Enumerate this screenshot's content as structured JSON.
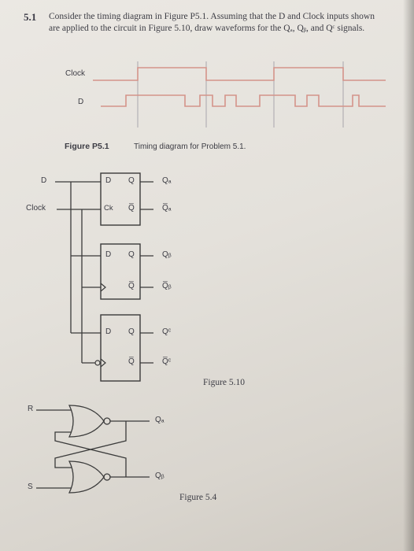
{
  "problem": {
    "number": "5.1",
    "line1": "Consider the timing diagram in Figure P5.1. Assuming that the D and Clock inputs shown",
    "line2": "are applied to the circuit in Figure 5.10, draw waveforms for the Qₐ, Qᵦ, and Qᶜ signals."
  },
  "timing": {
    "clock_label": "Clock",
    "d_label": "D",
    "caption_label": "Figure P5.1",
    "caption_text": "Timing diagram for Problem 5.1."
  },
  "circuit": {
    "d_input": "D",
    "clock_input": "Clock",
    "ff1": {
      "d": "D",
      "ck": "Ck",
      "q": "Q",
      "qbar": "Q̅"
    },
    "ff2": {
      "d": "D",
      "q": "Q",
      "qbar": "Q̅"
    },
    "ff3": {
      "d": "D",
      "q": "Q",
      "qbar": "Q̅"
    },
    "outputs": [
      "Qₐ",
      "Q̅ₐ",
      "Qᵦ",
      "Q̅ᵦ",
      "Qᶜ",
      "Q̅ᶜ"
    ],
    "figure_label": "Figure 5.10"
  },
  "latch": {
    "r_label": "R",
    "s_label": "S",
    "qa_label": "Qₐ",
    "qb_label": "Qᵦ",
    "figure_label": "Figure 5.4"
  },
  "colors": {
    "ink": "#3c3c44",
    "waveform": "#d4938a",
    "line": "#3a3a3a"
  }
}
